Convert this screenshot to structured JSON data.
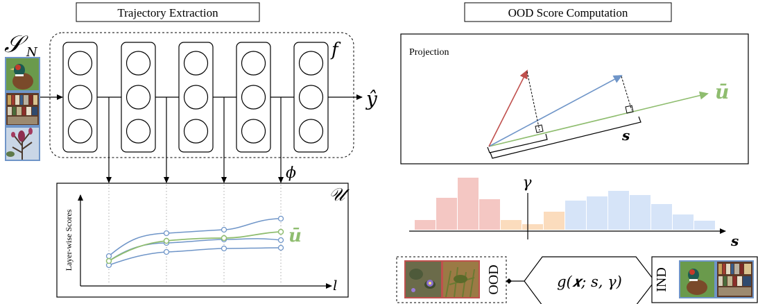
{
  "trajectory_extraction": {
    "title": "Trajectory Extraction",
    "input_set_label": "𝒮",
    "input_set_subscript": "N",
    "network_label": "f",
    "output_label": "ŷ",
    "feature_map_label": "ϕ",
    "score_space_label": "𝒰",
    "y_axis_label": "Layer-wise Scores",
    "x_axis_label": "l",
    "mean_trajectory_label": "ū"
  },
  "ood_score_computation": {
    "title": "OOD Score Computation",
    "projection_title": "Projection",
    "mean_vector_label": "ū",
    "projection_score_label": "s",
    "threshold_label": "γ",
    "histogram_axis_label": "s",
    "ood_label": "OOD",
    "ind_label": "IND",
    "decision_function": "g(𝒙; s, γ)"
  },
  "colors": {
    "red_vector": "#c0504d",
    "blue_vector": "#6f95c8",
    "green_vector": "#8fbd6f",
    "ood_bars": "#f4c7c3",
    "mid_bars": "#fbdcbd",
    "ind_bars": "#d6e4f8",
    "trajectory_blue": "#6f95c8",
    "trajectory_green": "#8fbd6f"
  },
  "icons": [
    "pheasant-image",
    "bookshelf-image",
    "flower-image",
    "grass-image"
  ]
}
